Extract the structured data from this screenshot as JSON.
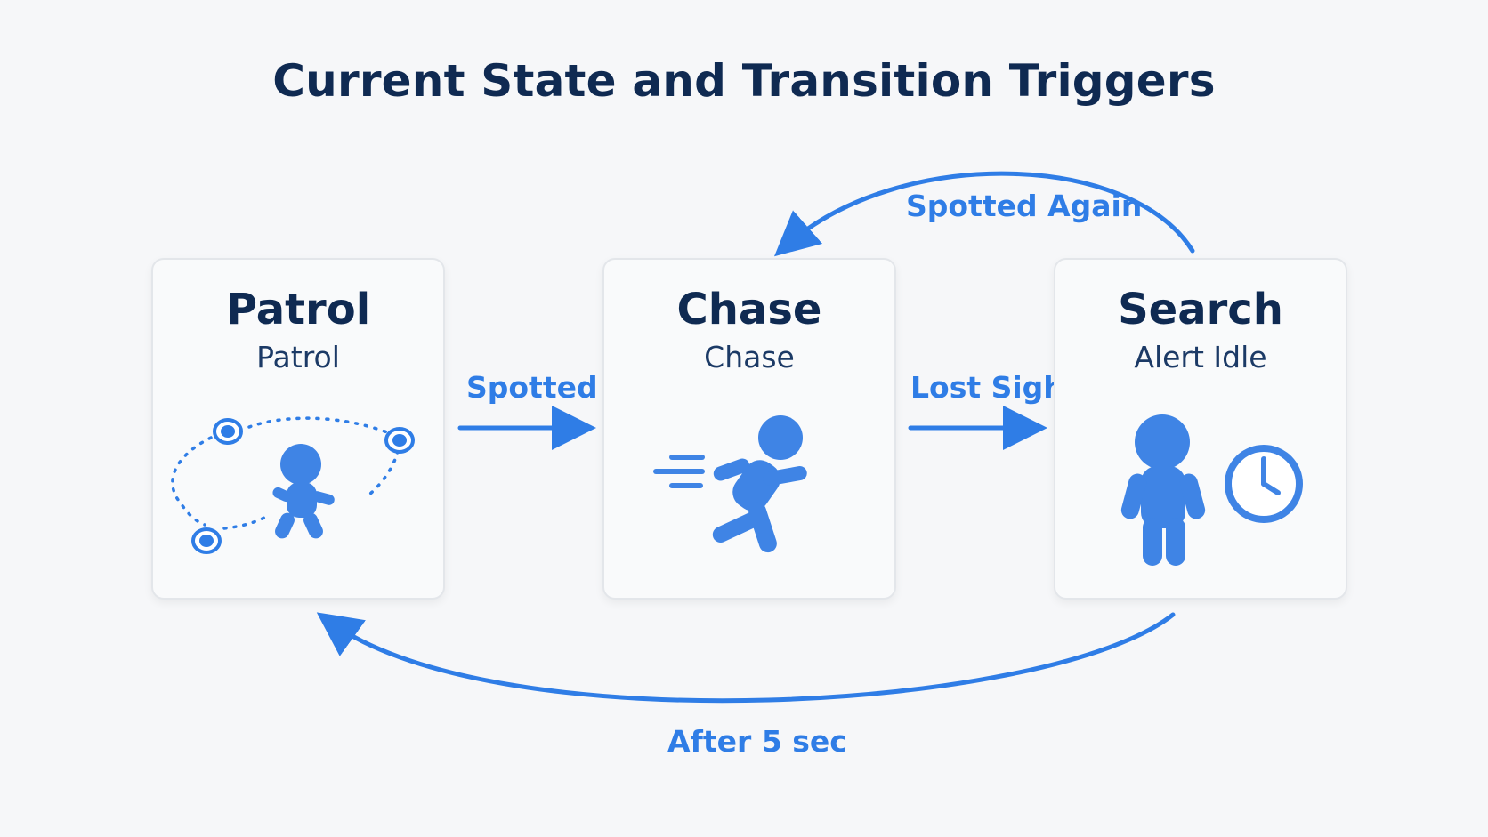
{
  "title": "Current State and Transition Triggers",
  "colors": {
    "accent": "#2f7de6",
    "figure": "#3f84e5",
    "heading": "#0f2a52"
  },
  "states": [
    {
      "title": "Patrol",
      "subtitle": "Patrol",
      "icon": "patrol-figure-icon"
    },
    {
      "title": "Chase",
      "subtitle": "Chase",
      "icon": "running-figure-icon"
    },
    {
      "title": "Search",
      "subtitle": "Alert Idle",
      "icon": "standing-figure-icon"
    }
  ],
  "transitions": {
    "spotted": "Spotted",
    "lost_sight": "Lost Sight",
    "spotted_again": "Spotted Again",
    "after_5_sec": "After 5 sec"
  }
}
